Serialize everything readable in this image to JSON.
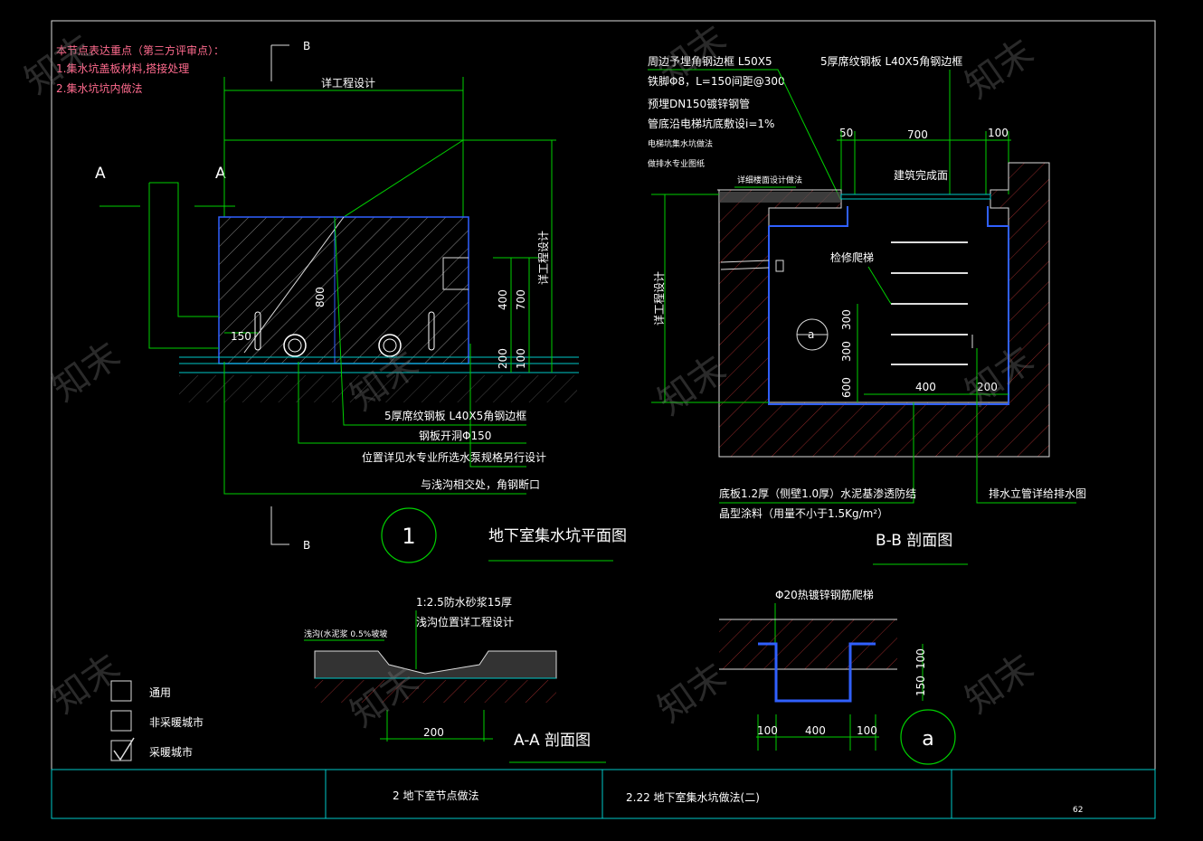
{
  "notes": {
    "heading": "本节点表达重点（第三方评审点）：",
    "item1": "1.集水坑盖板材料,搭接处理",
    "item2": "2.集水坑坑内做法"
  },
  "plan": {
    "section_b_top": "B",
    "section_b_bottom": "B",
    "section_a_left": "A",
    "section_a_right": "A",
    "dim_top": "详工程设计",
    "dim_right": "详工程设计",
    "dim_800": "800",
    "dim_400": "400",
    "dim_700": "700",
    "dim_200": "200",
    "dim_100": "100",
    "dim_150": "150",
    "label1": "5厚席纹钢板  L40X5角钢边框",
    "label2": "钢板开洞Φ150",
    "label3": "位置详见水专业所选水泵规格另行设计",
    "label4": "与浅沟相交处，角钢断口",
    "number": "1",
    "title": "地下室集水坑平面图"
  },
  "section_bb": {
    "label1": "周边予埋角钢边框  L50X5",
    "label2": "铁脚Φ8，L=150间距@300",
    "label3": "预埋DN150镀锌钢管",
    "label4": "管底沿电梯坑底敷设i=1%",
    "label5": "电梯坑集水坑做法",
    "label6": "做排水专业图纸",
    "label_top_right": "5厚席纹钢板  L40X5角钢边框",
    "dim_50": "50",
    "dim_700": "700",
    "dim_100": "100",
    "finish_floor": "建筑完成面",
    "slope_note": "详细楼面设计做法",
    "ladder": "检修爬梯",
    "dim_left": "详工程设计",
    "dim_300a": "300",
    "dim_300b": "300",
    "dim_600": "600",
    "dim_400": "400",
    "dim_200": "200",
    "marker": "a",
    "bottom_label1": "底板1.2厚（侧壁1.0厚）水泥基渗透防结",
    "bottom_label2": "晶型涂料（用量不小于1.5Kg/m²）",
    "right_label": "排水立管详给排水图",
    "title": "B-B 剖面图"
  },
  "section_aa": {
    "label1": "1:2.5防水砂浆15厚",
    "label2": "浅沟位置详工程设计",
    "label_left": "浅沟(水泥浆 0.5%坡坡",
    "dim_200": "200",
    "title": "A-A 剖面图"
  },
  "detail_a": {
    "label": "Φ20热镀锌钢筋爬梯",
    "dim_100a": "100",
    "dim_400": "400",
    "dim_100b": "100",
    "dim_150": "150",
    "dim_100v": "100",
    "marker": "a"
  },
  "legend": {
    "item1": "通用",
    "item2": "非采暖城市",
    "item3": "采暖城市",
    "item3_checked": true
  },
  "title_block": {
    "cell1": "2  地下室节点做法",
    "cell2": "2.22  地下室集水坑做法(二)",
    "page": "62"
  },
  "watermark": "知末"
}
